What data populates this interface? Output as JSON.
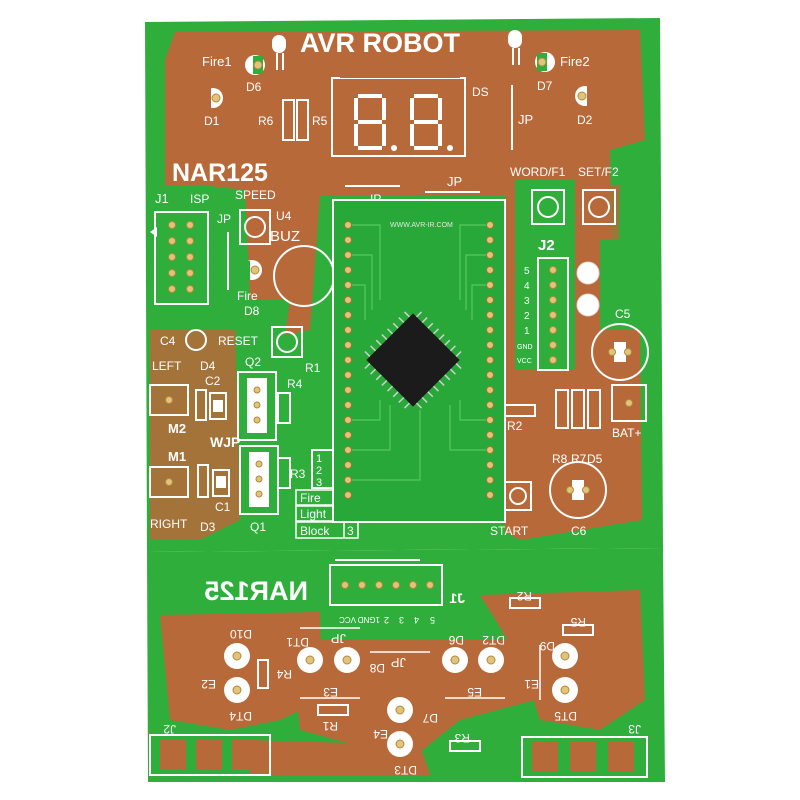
{
  "colors": {
    "board_green": "#2fae3c",
    "copper": "#b56a3a",
    "silkscreen": "#ffffff",
    "module_green": "#28a838",
    "chip_black": "#1b1b1b"
  },
  "top_board": {
    "title": "AVR ROBOT",
    "brand": "NAR125",
    "fire1": "Fire1",
    "fire2": "Fire2",
    "d6": "D6",
    "d7": "D7",
    "d1": "D1",
    "d2": "D2",
    "r5": "R5",
    "r6": "R6",
    "ds": "DS",
    "jp_top": "JP",
    "jp_mid": "JP",
    "jp_ip": "IP",
    "j1": "J1",
    "isp": "ISP",
    "jp_left": "JP",
    "speed": "SPEED",
    "u4": "U4",
    "buz": "BUZ",
    "fire": "Fire",
    "d8": "D8",
    "word_f1": "WORD/F1",
    "set_f2": "SET/F2",
    "j2": "J2",
    "j2_pins": [
      "5",
      "4",
      "3",
      "2",
      "1",
      "GND",
      "VCC"
    ],
    "c5": "C5",
    "c4": "C4",
    "reset": "RESET",
    "left": "LEFT",
    "d4": "D4",
    "q2": "Q2",
    "c2": "C2",
    "r4": "R4",
    "r1": "R1",
    "m2": "M2",
    "wjp": "WJP",
    "m1": "M1",
    "r3": "R3",
    "c1": "C1",
    "right": "RIGHT",
    "d3": "D3",
    "q1": "Q1",
    "r2": "R2",
    "r8": "R8",
    "r7": "R7",
    "d5": "D5",
    "bat_plus": "BAT+",
    "start": "START",
    "c6": "C6",
    "legend_fire": "Fire",
    "legend_light": "Light",
    "legend_block": "Block",
    "num1": "1",
    "num2": "2",
    "num3": "3",
    "module_site": "WWW.AVR-IR.COM"
  },
  "bottom_board": {
    "brand": "NAR125",
    "j1": "J1",
    "j1_pins": [
      "5",
      "4",
      "3",
      "2",
      "1GND",
      "VCC"
    ],
    "r2": "R2",
    "r5": "R5",
    "d10": "D10",
    "dt1": "DT1",
    "jp1": "JP",
    "d8": "D8",
    "jp2": "JP",
    "d6": "D6",
    "dt2": "DT2",
    "d9": "D9",
    "e2": "E2",
    "r4": "R4",
    "e3": "E3",
    "e5": "E5",
    "e1": "E1",
    "dt4": "DT4",
    "r1": "R1",
    "e4": "E4",
    "d7": "D7",
    "dt5": "DT5",
    "r3": "R3",
    "dt3": "DT3",
    "j2": "J2",
    "j3": "J3"
  }
}
